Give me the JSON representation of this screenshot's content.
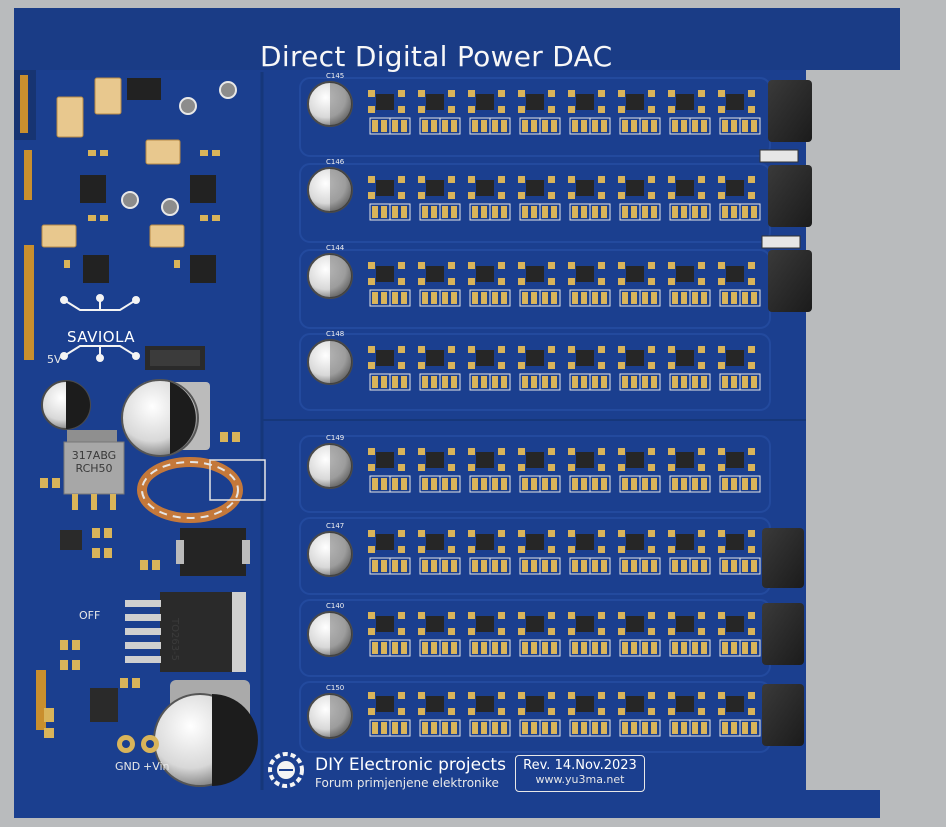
{
  "board": {
    "title": "Direct Digital Power DAC",
    "brand_line1": "DIY Electronic projects",
    "brand_line2": "Forum primjenjene elektronike",
    "revision": "Rev. 14.Nov.2023",
    "website": "www.yu3ma.net",
    "logo_text": "SAVIOLA",
    "label_5v": "5V",
    "label_off": "OFF",
    "label_gnd": "GND",
    "label_vin": "+Vin",
    "regulator_text": "317ABG RCH50",
    "package_text": "TO263-5",
    "capacitor_labels": [
      "C145",
      "C146",
      "C144",
      "C148",
      "C149",
      "C147",
      "C140",
      "C150"
    ]
  },
  "colors": {
    "background": "#b9bbbd",
    "board": "#1a3e8c",
    "board_dark": "#15336f",
    "pad": "#d9b45a",
    "silk": "#f4f4f4",
    "component_dark": "#2b2b2b",
    "capacitor_white": "#ffffff"
  }
}
